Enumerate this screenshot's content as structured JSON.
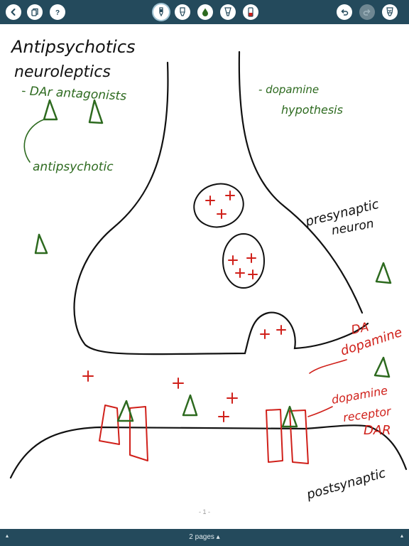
{
  "toolbar": {
    "left_icons": [
      "back-icon",
      "pages-icon",
      "help-icon"
    ],
    "pen_tools": [
      "pen-icon",
      "marker-icon",
      "ink-drop-icon",
      "highlighter-icon",
      "eraser-icon"
    ],
    "right_icons": [
      "undo-icon",
      "redo-icon",
      "settings-icon"
    ]
  },
  "notes": {
    "title_line1": "Antipsychotics",
    "title_line2": "neuroleptics",
    "dar_antagonists": "- DAr antagonists",
    "antipsychotic": "antipsychotic",
    "dopamine_hypothesis_1": "- dopamine",
    "dopamine_hypothesis_2": "hypothesis",
    "presynaptic_1": "presynaptic",
    "presynaptic_2": "neuron",
    "da": "DA",
    "dopamine": "dopamine",
    "receptor_1": "dopamine",
    "receptor_2": "receptor",
    "receptor_3": "DAR",
    "postsynaptic": "postsynaptic"
  },
  "colors": {
    "toolbar_bg": "#244a5c",
    "ink_black": "#111111",
    "ink_green": "#2d6a1f",
    "ink_red": "#d0201a"
  },
  "page_indicator": "- 1 -",
  "bottombar": {
    "pages_label": "2 pages ▴",
    "left_corner": "▴",
    "right_corner": "▴"
  }
}
